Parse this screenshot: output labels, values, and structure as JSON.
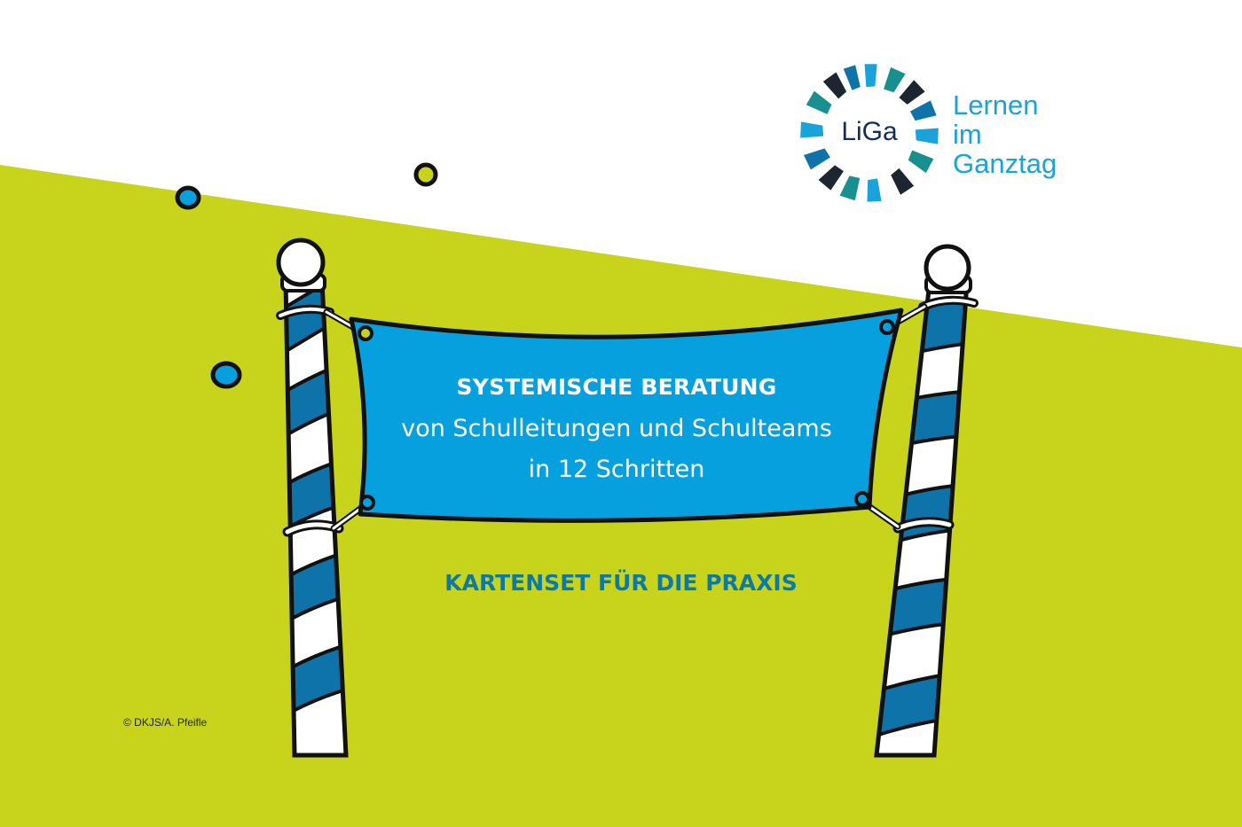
{
  "colors": {
    "background_top": "#ffffff",
    "background_green": "#c8d41b",
    "banner_blue": "#05a0dd",
    "pole_stripe_blue": "#0d73a8",
    "outline": "#111111",
    "subtitle_color": "#0d7aa3",
    "logo_text_blue": "#1aa3d8",
    "logo_navy": "#132d5c"
  },
  "logo": {
    "mark_text": "LiGa",
    "wordmark_lines": [
      "Lernen",
      "im",
      "Ganztag"
    ]
  },
  "banner": {
    "title": "SYSTEMISCHE BERATUNG",
    "line2": "von Schulleitungen und Schulteams",
    "line3": "in 12 Schritten"
  },
  "subtitle": "KARTENSET FÜR DIE PRAXIS",
  "credit": "© DKJS/A. Pfeifle"
}
